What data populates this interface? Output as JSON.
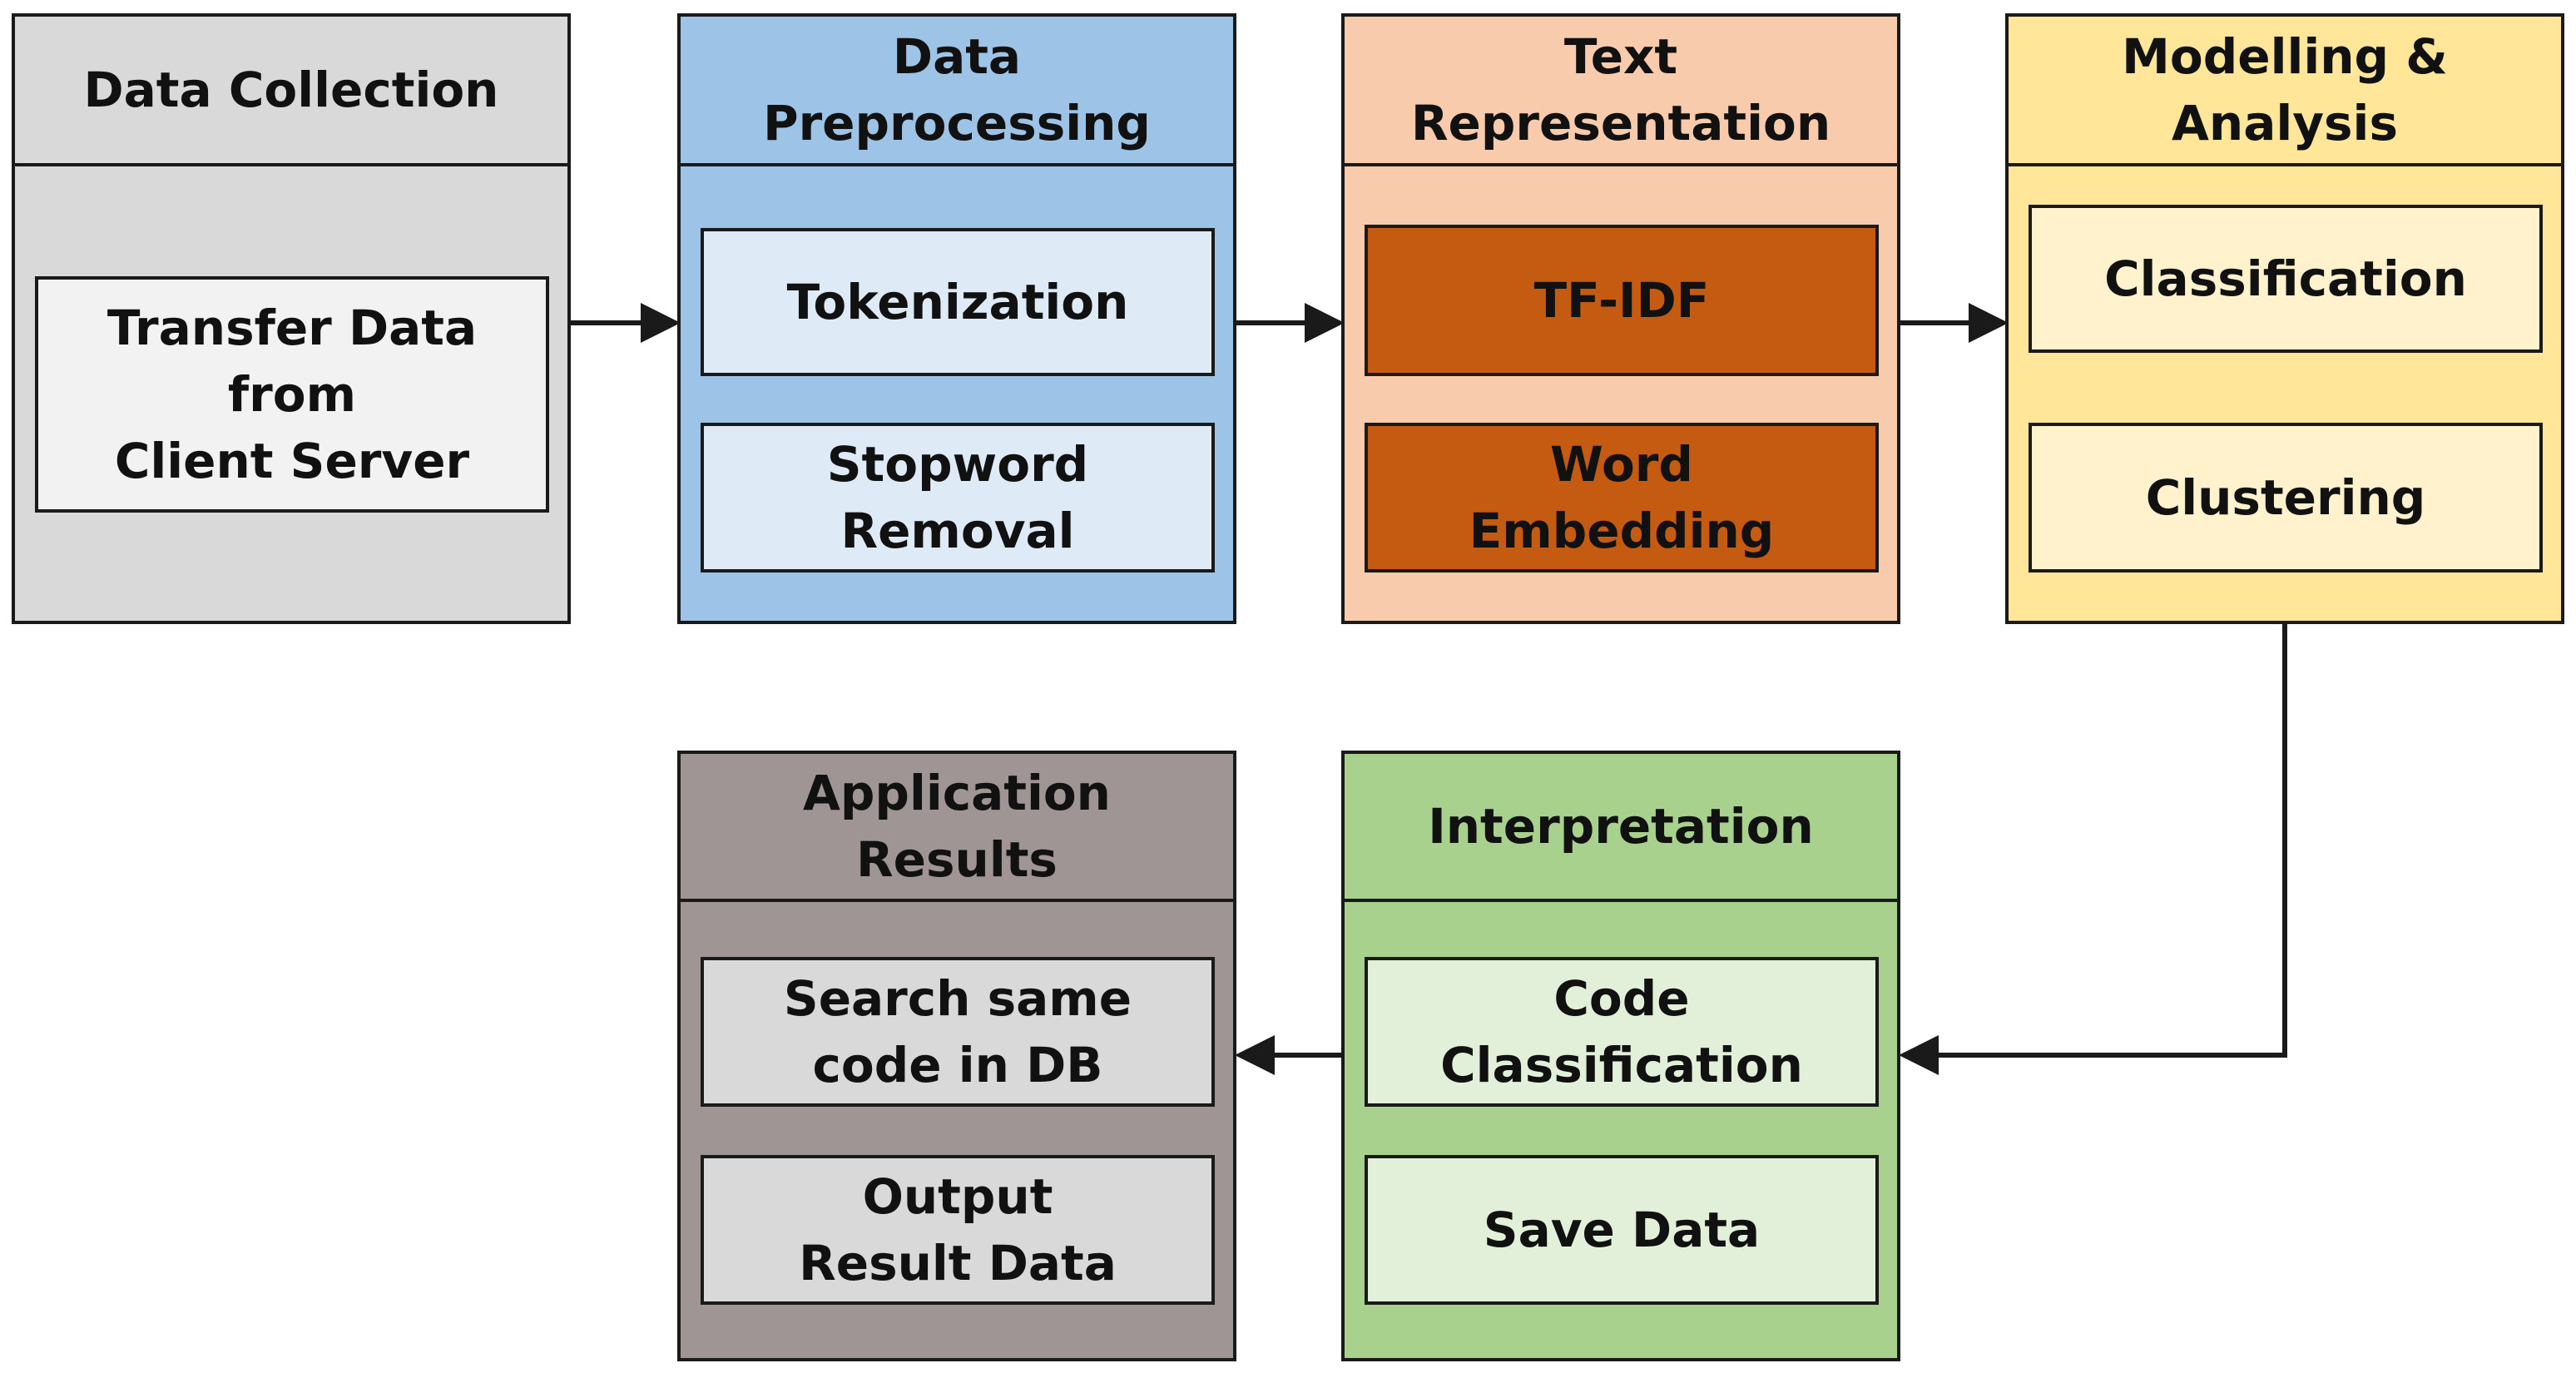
{
  "colors": {
    "collection_panel": "#d9d9d9",
    "collection_item": "#f2f2f2",
    "preprocessing_panel": "#9dc3e6",
    "preprocessing_item": "#deebf7",
    "representation_panel": "#f8cbad",
    "representation_item": "#c55a11",
    "modelling_panel": "#ffe699",
    "modelling_item": "#fff2cc",
    "interpretation_panel": "#a9d18e",
    "interpretation_item": "#e2f0d9",
    "application_panel": "#9e9594",
    "application_item": "#d9d9d9",
    "stroke": "#1a1a1a"
  },
  "panels": {
    "collection": {
      "title": "Data Collection",
      "items": [
        "Transfer Data\nfrom\nClient Server"
      ]
    },
    "preprocessing": {
      "title": "Data\nPreprocessing",
      "items": [
        "Tokenization",
        "Stopword\nRemoval"
      ]
    },
    "representation": {
      "title": "Text\nRepresentation",
      "items": [
        "TF-IDF",
        "Word\nEmbedding"
      ]
    },
    "modelling": {
      "title": "Modelling &\nAnalysis",
      "items": [
        "Classification",
        "Clustering"
      ]
    },
    "interpretation": {
      "title": "Interpretation",
      "items": [
        "Code\nClassification",
        "Save Data"
      ]
    },
    "application": {
      "title": "Application\nResults",
      "items": [
        "Search same\ncode in DB",
        "Output\nResult Data"
      ]
    }
  },
  "flow": [
    {
      "from": "collection",
      "to": "preprocessing"
    },
    {
      "from": "preprocessing",
      "to": "representation"
    },
    {
      "from": "representation",
      "to": "modelling"
    },
    {
      "from": "modelling",
      "to": "interpretation"
    },
    {
      "from": "interpretation",
      "to": "application"
    }
  ]
}
